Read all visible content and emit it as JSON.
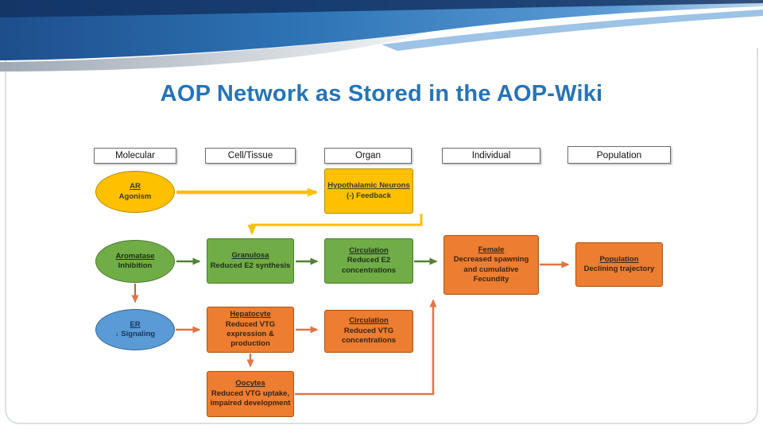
{
  "slide": {
    "title": "AOP Network as Stored in the AOP-Wiki"
  },
  "columns": [
    {
      "id": "molecular",
      "label": "Molecular"
    },
    {
      "id": "cell_tissue",
      "label": "Cell/Tissue"
    },
    {
      "id": "organ",
      "label": "Organ"
    },
    {
      "id": "individual",
      "label": "Individual"
    },
    {
      "id": "population",
      "label": "Population"
    }
  ],
  "nodes": {
    "ar_agonism": {
      "title": "AR",
      "subtitle": "Agonism",
      "shape": "ellipse",
      "column": "Molecular",
      "fill": "#FFC000"
    },
    "hypothalamic": {
      "title": "Hypothalamic Neurons",
      "subtitle": "(-) Feedback",
      "shape": "rect",
      "column": "Organ",
      "fill": "#FFC000"
    },
    "aromatase": {
      "title": "Aromatase",
      "subtitle": "Inhibition",
      "shape": "ellipse",
      "column": "Molecular",
      "fill": "#70AD47"
    },
    "granulosa": {
      "title": "Granulosa",
      "subtitle": "Reduced E2 synthesis",
      "shape": "rect",
      "column": "Cell/Tissue",
      "fill": "#70AD47"
    },
    "circulation_e2": {
      "title": "Circulation",
      "subtitle": "Reduced E2 concentrations",
      "shape": "rect",
      "column": "Organ",
      "fill": "#70AD47"
    },
    "female": {
      "title": "Female",
      "subtitle": "Decreased spawning and cumulative Fecundity",
      "shape": "rect",
      "column": "Individual",
      "fill": "#ED7D31"
    },
    "population": {
      "title": "Population",
      "subtitle": "Declining trajectory",
      "shape": "rect",
      "column": "Population",
      "fill": "#ED7D31"
    },
    "er_signaling": {
      "title": "ER",
      "subtitle": "↓ Signaling",
      "shape": "ellipse",
      "column": "Molecular",
      "fill": "#5B9BD5"
    },
    "hepatocyte": {
      "title": "Hepatocyte",
      "subtitle": "Reduced VTG expression & production",
      "shape": "rect",
      "column": "Cell/Tissue",
      "fill": "#ED7D31"
    },
    "circulation_vtg": {
      "title": "Circulation",
      "subtitle": "Reduced VTG concentrations",
      "shape": "rect",
      "column": "Organ",
      "fill": "#ED7D31"
    },
    "oocytes": {
      "title": "Oocytes",
      "subtitle": "Reduced VTG uptake, impaired development",
      "shape": "rect",
      "column": "Cell/Tissue",
      "fill": "#ED7D31"
    }
  },
  "edges": [
    {
      "from": "ar_agonism",
      "to": "hypothalamic",
      "color": "#FFC000"
    },
    {
      "from": "hypothalamic",
      "to": "granulosa",
      "color": "#FFC000"
    },
    {
      "from": "aromatase",
      "to": "granulosa",
      "color": "#538135"
    },
    {
      "from": "granulosa",
      "to": "circulation_e2",
      "color": "#538135"
    },
    {
      "from": "circulation_e2",
      "to": "female",
      "color": "#538135"
    },
    {
      "from": "female",
      "to": "population",
      "color": "#DD7745"
    },
    {
      "from": "aromatase",
      "to": "er_signaling",
      "color": "#C2622E"
    },
    {
      "from": "er_signaling",
      "to": "hepatocyte",
      "color": "#DD7745"
    },
    {
      "from": "hepatocyte",
      "to": "circulation_vtg",
      "color": "#DD7745"
    },
    {
      "from": "hepatocyte",
      "to": "oocytes",
      "color": "#DD7745"
    },
    {
      "from": "oocytes",
      "to": "female",
      "color": "#DD7745"
    }
  ],
  "colors": {
    "title_text": "#2574B9",
    "node_yellow": "#FFC000",
    "node_green": "#70AD47",
    "node_orange": "#ED7D31",
    "node_blue": "#5B9BD5",
    "header_wave_blue": "#2E75B6"
  }
}
